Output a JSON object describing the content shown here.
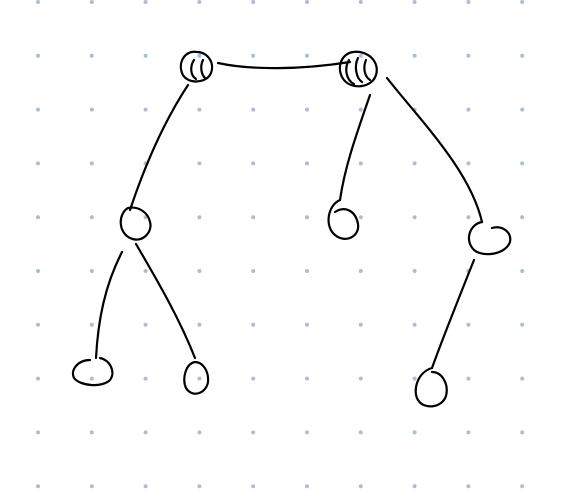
{
  "colors": {
    "background": "#ffffff",
    "grid_dot": "#a9bfd6",
    "ink": "#000000"
  },
  "diagram": {
    "type": "hand-drawn tree sketch on dot grid",
    "nodes": [
      {
        "id": "n1"
      },
      {
        "id": "n2"
      },
      {
        "id": "n3"
      },
      {
        "id": "n4"
      },
      {
        "id": "n5"
      },
      {
        "id": "n6"
      },
      {
        "id": "n7"
      },
      {
        "id": "n8"
      },
      {
        "id": "n9"
      }
    ],
    "edges": [
      {
        "from": "n1",
        "to": "n2"
      },
      {
        "from": "n1",
        "to": "n3"
      },
      {
        "from": "n2",
        "to": "n4"
      },
      {
        "from": "n2",
        "to": "n5"
      },
      {
        "from": "n3",
        "to": "n6"
      },
      {
        "from": "n3",
        "to": "n7"
      },
      {
        "from": "n4",
        "to": "n8"
      },
      {
        "from": "n4",
        "to": "n9"
      },
      {
        "from": "n5",
        "to": "n10"
      }
    ]
  }
}
